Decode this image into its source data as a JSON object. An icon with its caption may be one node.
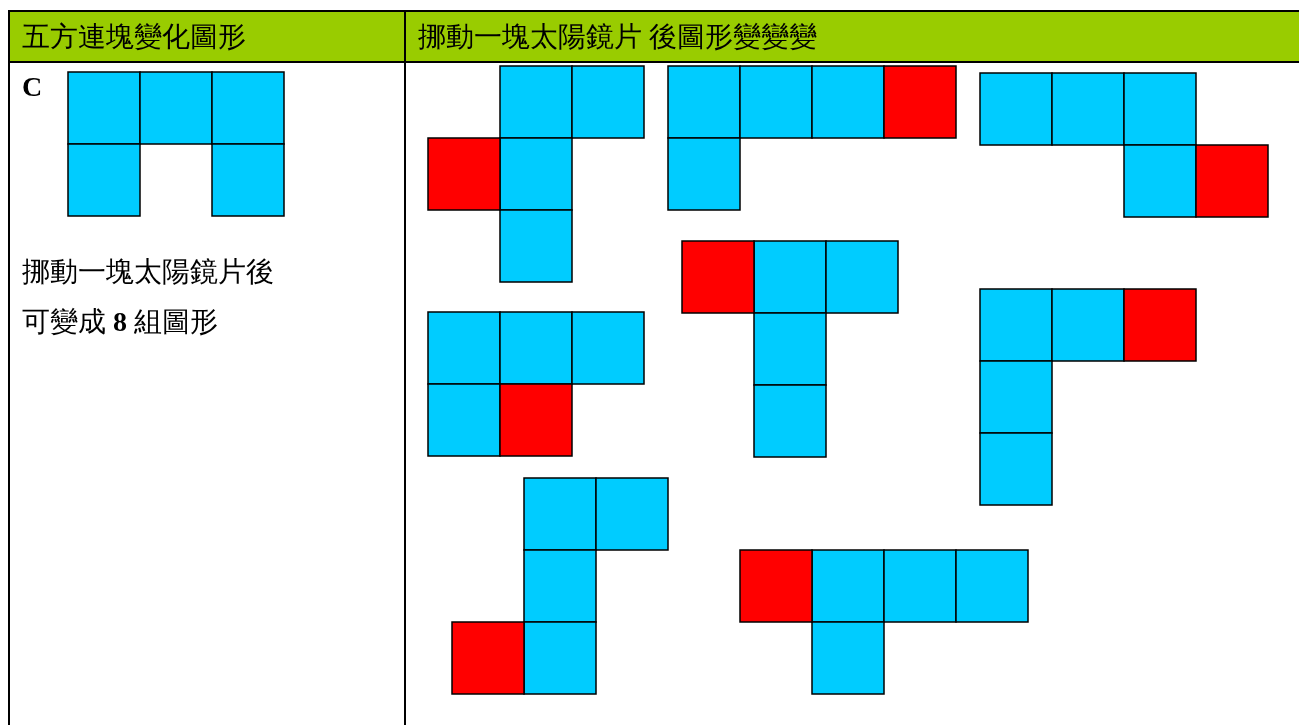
{
  "diagram": {
    "labels": [
      "五方連塊變化圖形",
      "挪動一塊太陽鏡片 後圖形變變變",
      "C",
      "挪動一塊太陽鏡片後",
      "可變成 **8** 組圖形"
    ]
  }
}
